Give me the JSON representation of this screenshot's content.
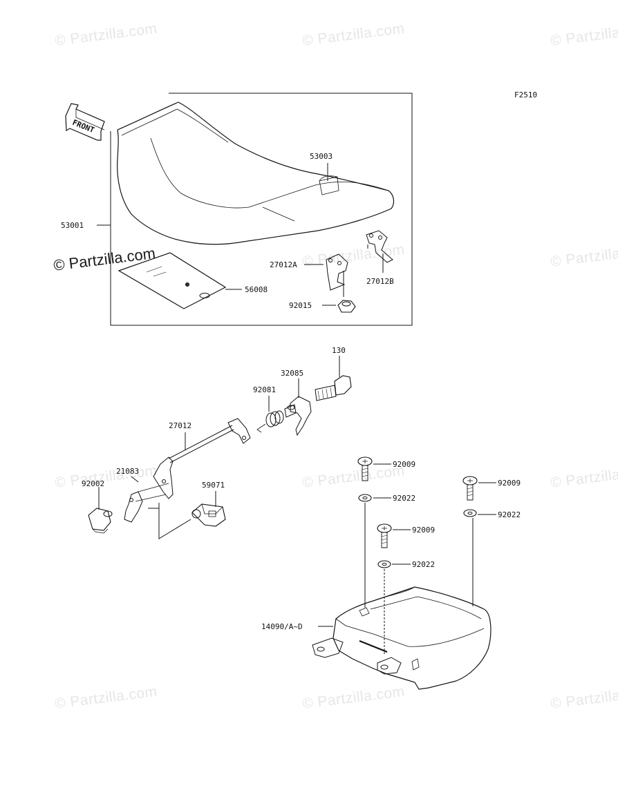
{
  "figure_code": "F2510",
  "front_label": "FRONT",
  "watermark": {
    "text": "Partzilla.com",
    "symbol": "©",
    "main_text": "© Partzilla.com"
  },
  "labels": {
    "p53001": "53001",
    "p53003": "53003",
    "p56008": "56008",
    "p27012A": "27012A",
    "p27012B": "27012B",
    "p92015": "92015",
    "p130": "130",
    "p32085": "32085",
    "p92081": "92081",
    "p27012": "27012",
    "p21083": "21083",
    "p92002": "92002",
    "p59071": "59071",
    "p92009a": "92009",
    "p92022a": "92022",
    "p92009b": "92009",
    "p92022b": "92022",
    "p92009c": "92009",
    "p92022c": "92022",
    "p14090": "14090/A~D"
  },
  "colors": {
    "line": "#111111",
    "watermark": "#e6e6e6"
  }
}
